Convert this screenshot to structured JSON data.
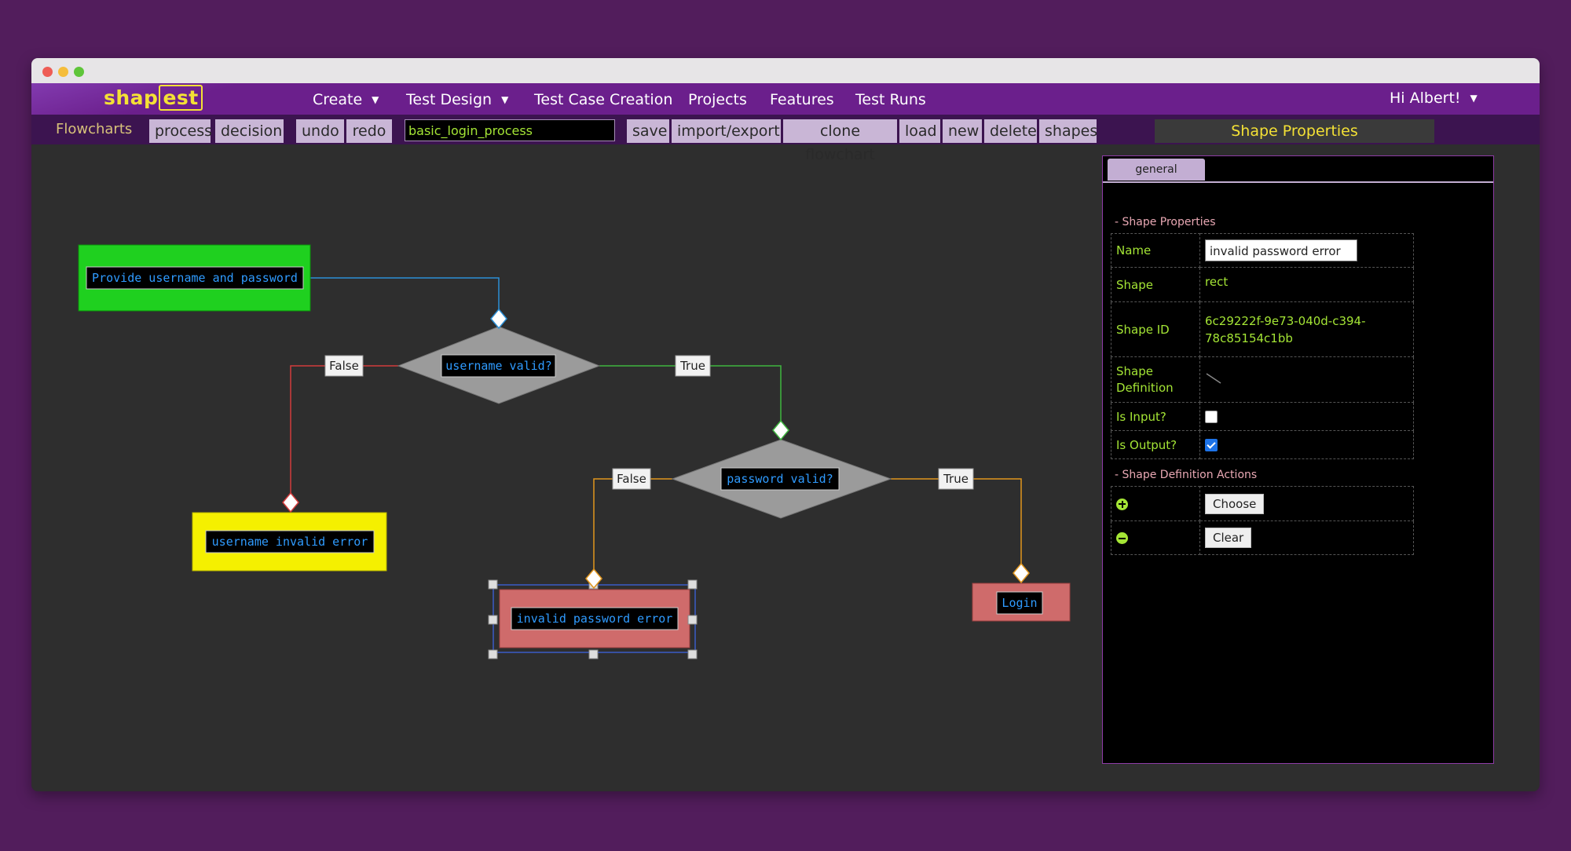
{
  "app": {
    "logo_prefix": "shap",
    "logo_boxed": "est",
    "greeting": "Hi Albert!"
  },
  "nav": {
    "items": [
      {
        "label": "Create",
        "has_caret": true
      },
      {
        "label": "Test Design",
        "has_caret": true
      },
      {
        "label": "Test Case Creation",
        "has_caret": false
      },
      {
        "label": "Projects",
        "has_caret": false
      },
      {
        "label": "Features",
        "has_caret": false
      },
      {
        "label": "Test Runs",
        "has_caret": false
      }
    ],
    "caret": "▼"
  },
  "toolbar": {
    "section_label": "Flowcharts",
    "buttons": [
      "process",
      "decision",
      "undo",
      "redo",
      "save",
      "import/export",
      "clone flowchart",
      "load",
      "new",
      "delete",
      "shapes"
    ],
    "flowchart_name": "basic_login_process",
    "properties_header": "Shape Properties"
  },
  "flowchart": {
    "nodes": {
      "provide": "Provide username and password",
      "username_valid": "username valid?",
      "password_valid": "password valid?",
      "username_error": "username invalid error",
      "password_error": "invalid password error",
      "login": "Login"
    },
    "edge_labels": {
      "u_false": "False",
      "u_true": "True",
      "p_false": "False",
      "p_true": "True"
    },
    "colors": {
      "green_box": "#1fd01f",
      "yellow_box": "#f5f000",
      "red_box": "#cf6b6b",
      "decision": "#9b9b9b",
      "node_text": "#2f9bff",
      "edge_blue": "#2b8fd6",
      "edge_red": "#d23b3b",
      "edge_green": "#3fb53f",
      "edge_orange": "#e0951d",
      "selection": "#3a5bc7"
    }
  },
  "panel": {
    "tab": "general",
    "section_properties": "- Shape Properties",
    "rows": {
      "name_key": "Name",
      "name_value": "invalid password error",
      "shape_key": "Shape",
      "shape_value": "rect",
      "id_key": "Shape ID",
      "id_value_1": "6c29222f-9e73-040d-c394-",
      "id_value_2": "78c85154c1bb",
      "def_key_1": "Shape",
      "def_key_2": "Definition",
      "input_key": "Is Input?",
      "input_checked": false,
      "output_key": "Is Output?",
      "output_checked": true
    },
    "section_actions": "- Shape Definition Actions",
    "choose_label": "Choose",
    "clear_label": "Clear"
  }
}
